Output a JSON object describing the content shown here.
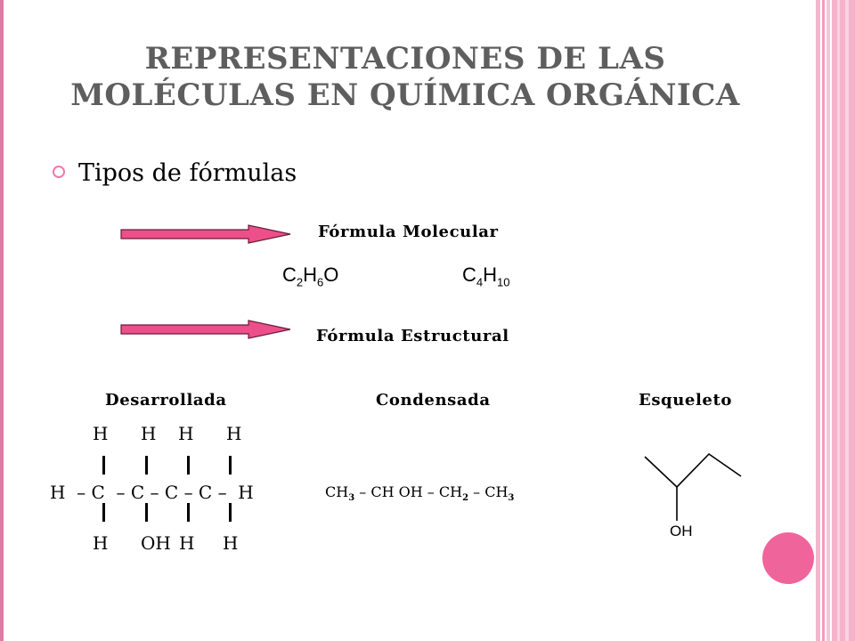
{
  "title": {
    "line1": "REPRESENTACIONES DE LAS",
    "line2": "MOLÉCULAS EN QUÍMICA ORGÁNICA"
  },
  "bullet": "Tipos de fórmulas",
  "molecular": {
    "label": "Fórmula Molecular",
    "formula1": {
      "c": "C",
      "c_sub": "2",
      "h": "H",
      "h_sub": "6",
      "o": "O"
    },
    "formula2": {
      "c": "C",
      "c_sub": "4",
      "h": "H",
      "h_sub": "10"
    }
  },
  "structural": {
    "label": "Fórmula Estructural"
  },
  "columns": {
    "developed": "Desarrollada",
    "condensed": "Condensada",
    "skeleton": "Esqueleto"
  },
  "developed_formula": {
    "top_row": [
      "H",
      "H",
      "H",
      "H"
    ],
    "middle_row": "H  – C  – C – C – C –  H",
    "bottom_row": [
      "H",
      "OH",
      "H",
      "H"
    ]
  },
  "condensed_formula": {
    "p1": "CH",
    "s1": "3",
    "p2": " – CH OH – CH",
    "s2": "2",
    "p3": " – CH",
    "s3": "3"
  },
  "skeleton_formula": {
    "oh_label": "OH"
  },
  "colors": {
    "accent_pink": "#f0649c",
    "arrow_fill": "#ec4f8a",
    "title_gray": "#5e5e5e",
    "border_pink": "#e17aa4"
  }
}
